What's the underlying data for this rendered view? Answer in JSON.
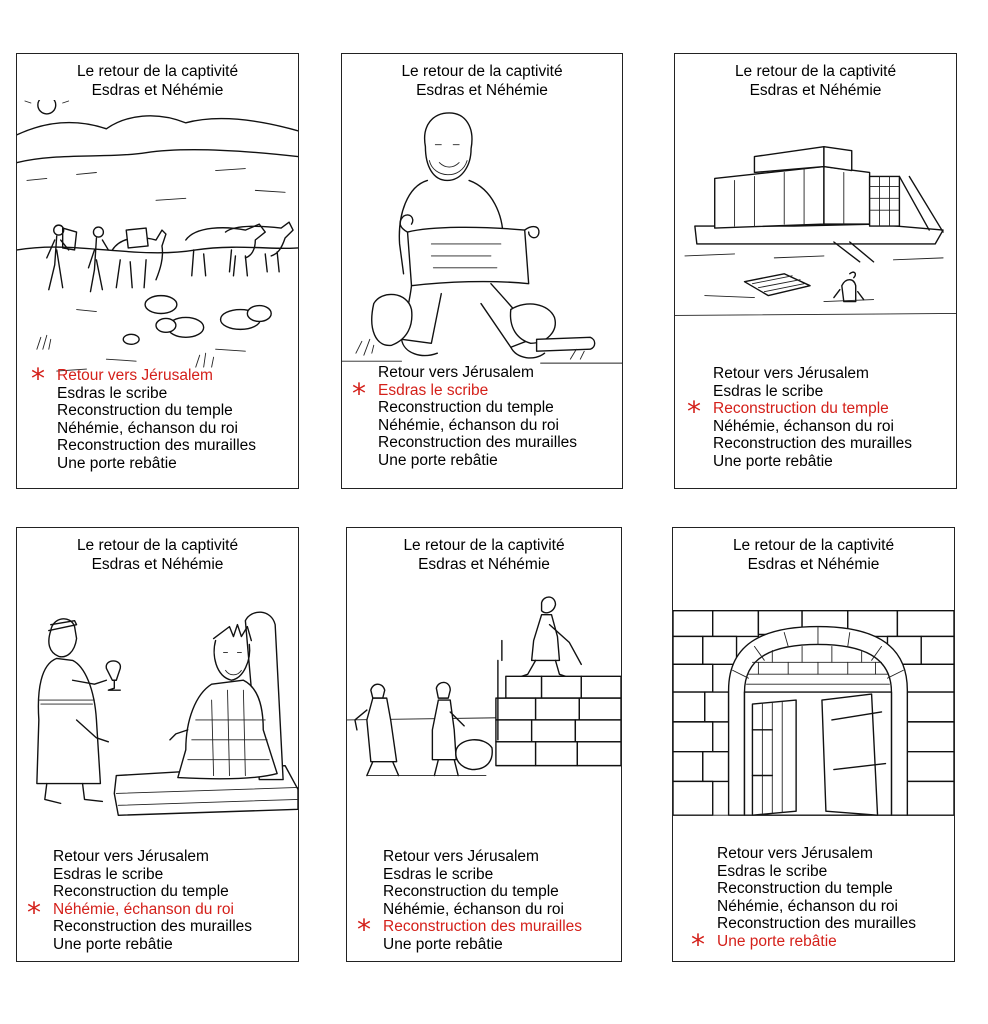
{
  "accent_color": "#d4201a",
  "cards": [
    {
      "title_line1": "Le retour de la captivité",
      "title_line2": "Esdras et Néhémie",
      "illustration": "travelers-with-donkeys-and-oxen",
      "highlighted_index": 0,
      "items": [
        "Retour vers Jérusalem",
        "Esdras le scribe",
        "Reconstruction du temple",
        "Néhémie, échanson du roi",
        "Reconstruction des murailles",
        "Une porte rebâtie"
      ]
    },
    {
      "title_line1": "Le retour de la captivité",
      "title_line2": "Esdras et Néhémie",
      "illustration": "ezra-reading-scroll",
      "highlighted_index": 1,
      "items": [
        "Retour vers Jérusalem",
        "Esdras le scribe",
        "Reconstruction du temple",
        "Néhémie, échanson du roi",
        "Reconstruction des murailles",
        "Une porte rebâtie"
      ]
    },
    {
      "title_line1": "Le retour de la captivité",
      "title_line2": "Esdras et Néhémie",
      "illustration": "temple-under-construction",
      "highlighted_index": 2,
      "items": [
        "Retour vers Jérusalem",
        "Esdras le scribe",
        "Reconstruction du temple",
        "Néhémie, échanson du roi",
        "Reconstruction des murailles",
        "Une porte rebâtie"
      ]
    },
    {
      "title_line1": "Le retour de la captivité",
      "title_line2": "Esdras et Néhémie",
      "illustration": "cupbearer-before-king",
      "highlighted_index": 3,
      "items": [
        "Retour vers Jérusalem",
        "Esdras le scribe",
        "Reconstruction du temple",
        "Néhémie, échanson du roi",
        "Reconstruction des murailles",
        "Une porte rebâtie"
      ]
    },
    {
      "title_line1": "Le retour de la captivité",
      "title_line2": "Esdras et Néhémie",
      "illustration": "workers-building-wall",
      "highlighted_index": 4,
      "items": [
        "Retour vers Jérusalem",
        "Esdras le scribe",
        "Reconstruction du temple",
        "Néhémie, échanson du roi",
        "Reconstruction des murailles",
        "Une porte rebâtie"
      ]
    },
    {
      "title_line1": "Le retour de la captivité",
      "title_line2": "Esdras et Néhémie",
      "illustration": "stone-arch-gate",
      "highlighted_index": 5,
      "items": [
        "Retour vers Jérusalem",
        "Esdras le scribe",
        "Reconstruction du temple",
        "Néhémie, échanson du roi",
        "Reconstruction des murailles",
        "Une porte rebâtie"
      ]
    }
  ]
}
